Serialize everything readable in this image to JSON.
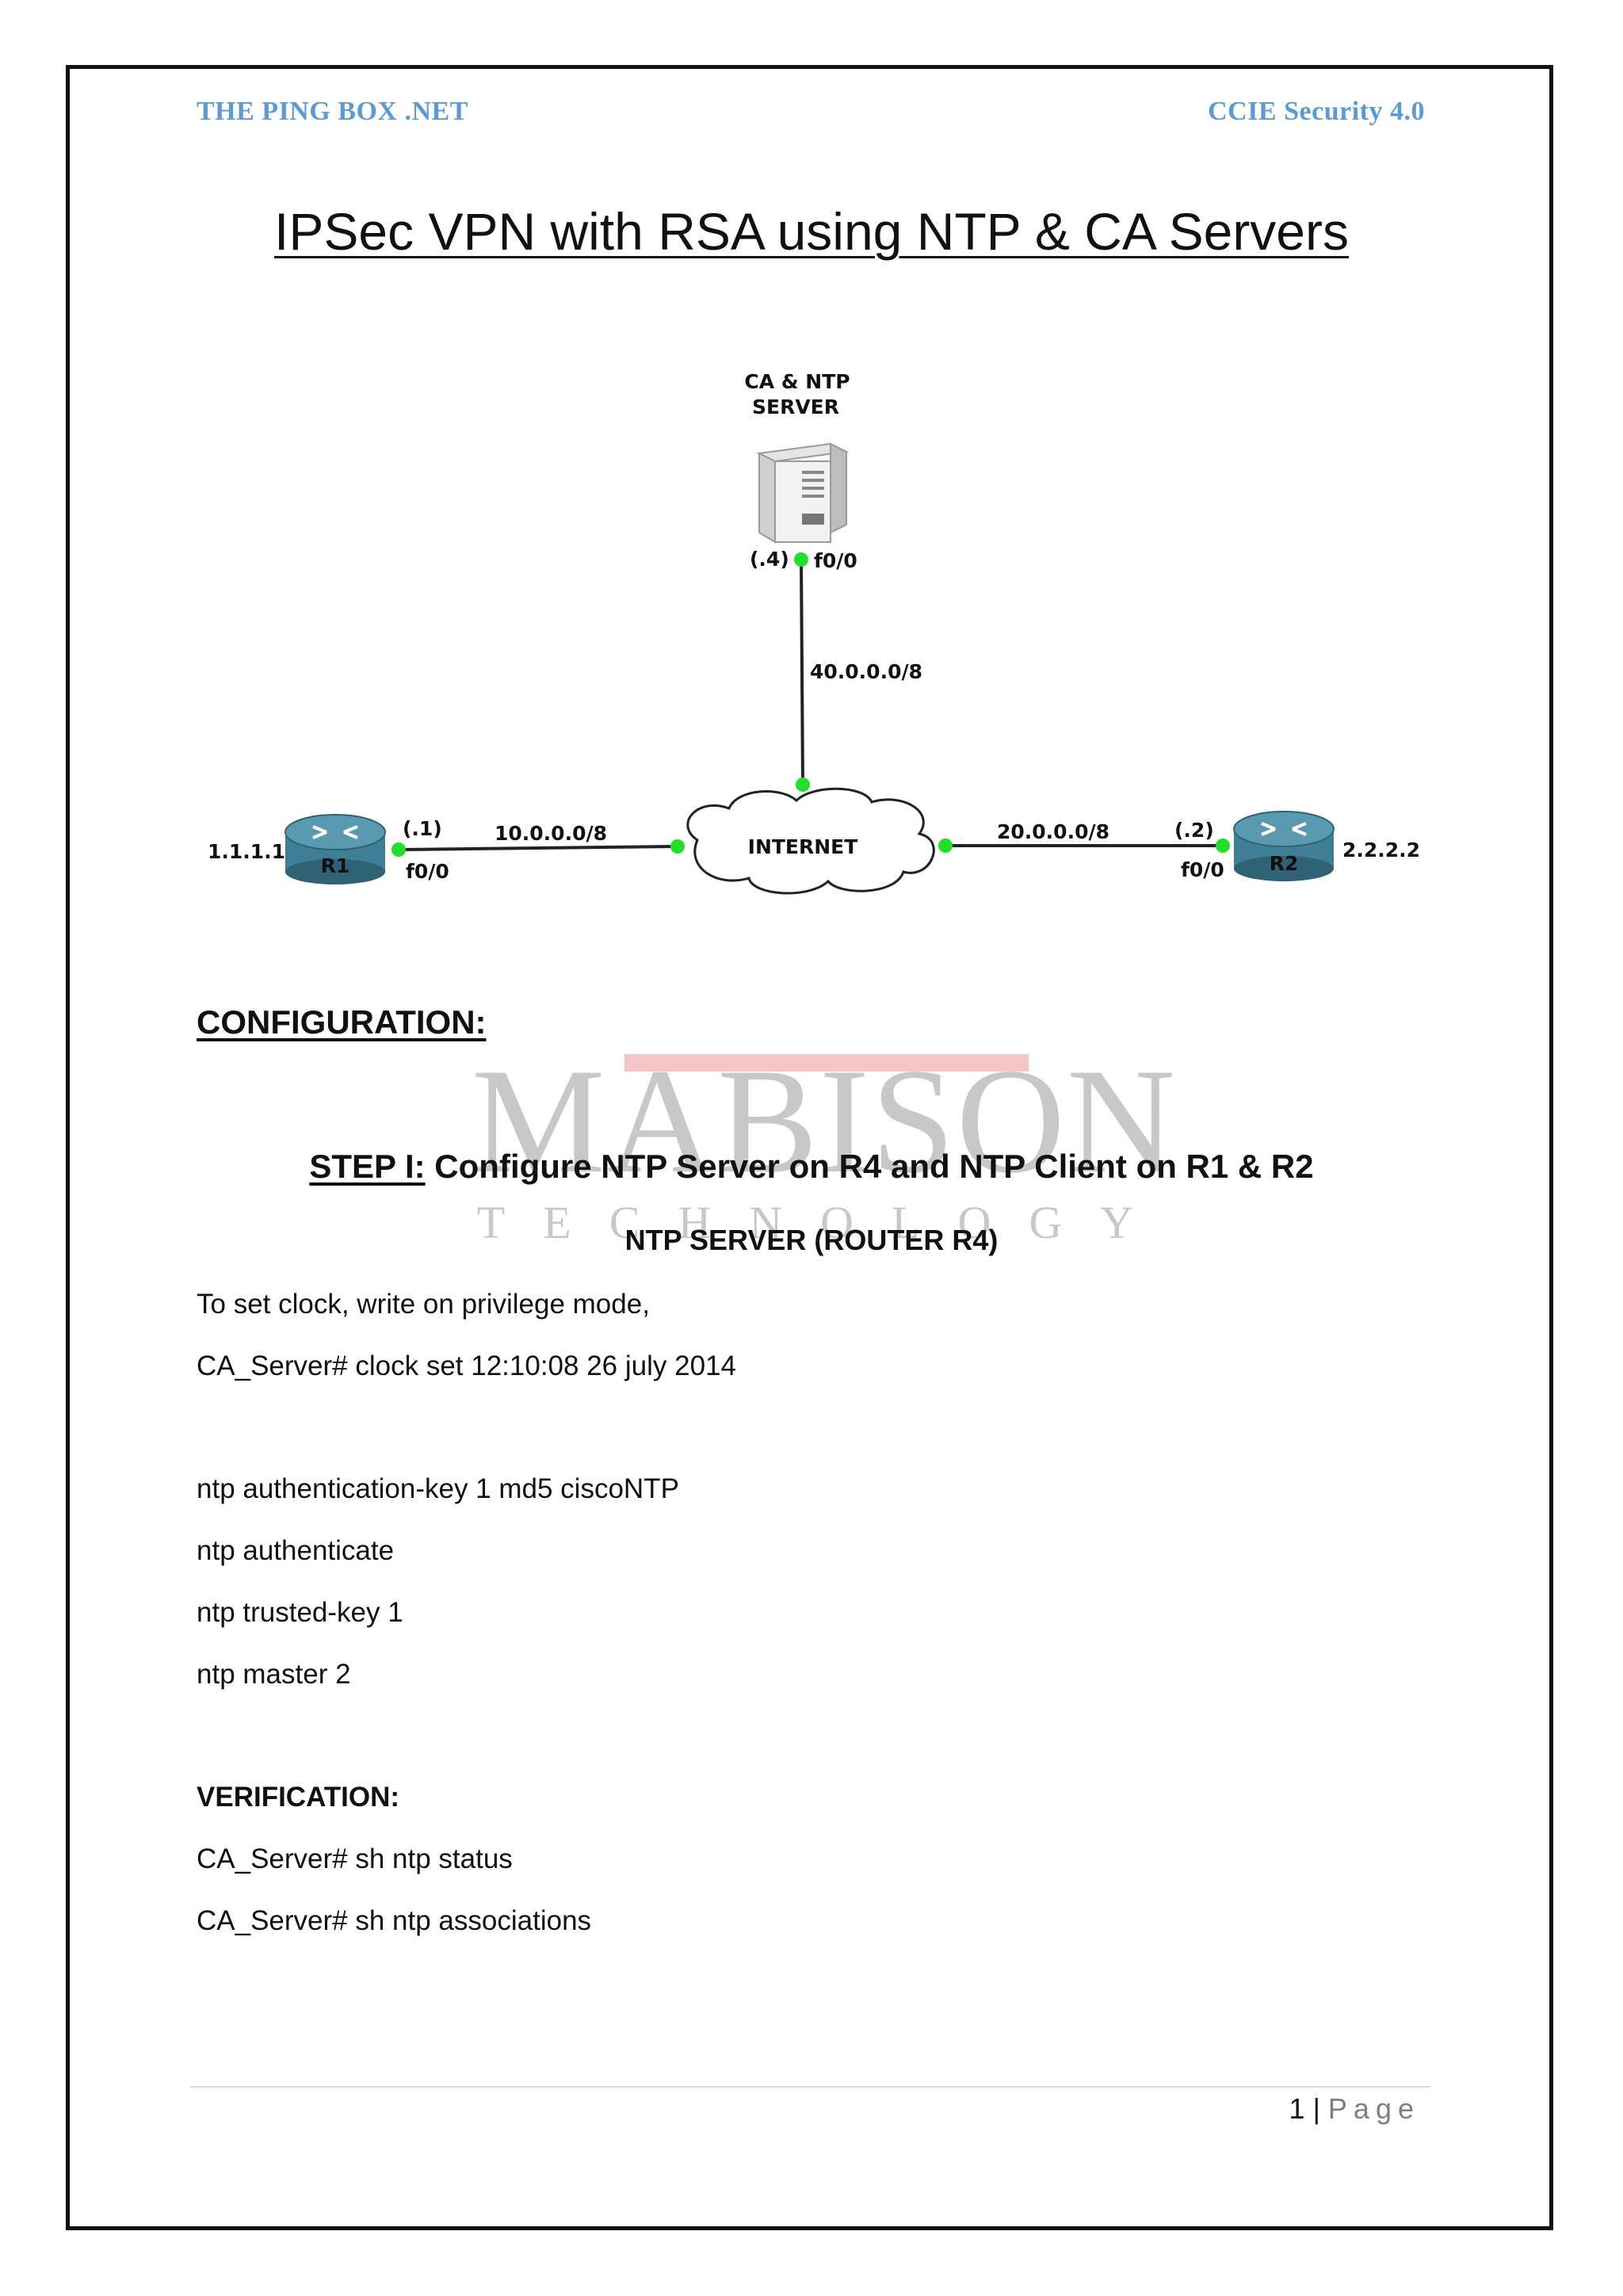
{
  "header": {
    "left": "THE PING BOX .NET",
    "right": "CCIE Security 4.0",
    "accent_color": "#5b9bd5"
  },
  "title": "IPSec VPN with RSA using NTP & CA Servers",
  "diagram": {
    "server_label_line1": "CA & NTP",
    "server_label_line2": "SERVER",
    "server_ip": "(.4)",
    "server_iface": "f0/0",
    "server_net": "40.0.0.0/8",
    "cloud_label": "INTERNET",
    "r1_loopback": "1.1.1.1",
    "r1_name": "R1",
    "r1_ip": "(.1)",
    "r1_iface": "f0/0",
    "r1_net": "10.0.0.0/8",
    "r2_loopback": "2.2.2.2",
    "r2_name": "R2",
    "r2_ip": "(.2)",
    "r2_iface": "f0/0",
    "r2_net": "20.0.0.0/8",
    "link_dot_color": "#22e02a",
    "router_color": "#3f7f96"
  },
  "watermark": {
    "text": "MABISON",
    "subtext": "TECHNOLOGY"
  },
  "section_title": "CONFIGURATION:",
  "step": {
    "prefix": "STEP I:",
    "text": " Configure NTP Server on R4 and NTP Client on R1 & R2"
  },
  "subheading": "NTP SERVER (ROUTER R4)",
  "lines": [
    "To set clock, write on privilege mode,",
    "CA_Server# clock set 12:10:08 26 july 2014",
    "ntp authentication-key 1 md5 ciscoNTP",
    "ntp authenticate",
    "ntp trusted-key 1",
    "ntp master 2"
  ],
  "verification": {
    "heading": "VERIFICATION:",
    "lines": [
      "CA_Server# sh ntp status",
      "CA_Server# sh ntp associations"
    ]
  },
  "footer": {
    "page_number": "1",
    "separator": "|",
    "page_word": "Page"
  }
}
